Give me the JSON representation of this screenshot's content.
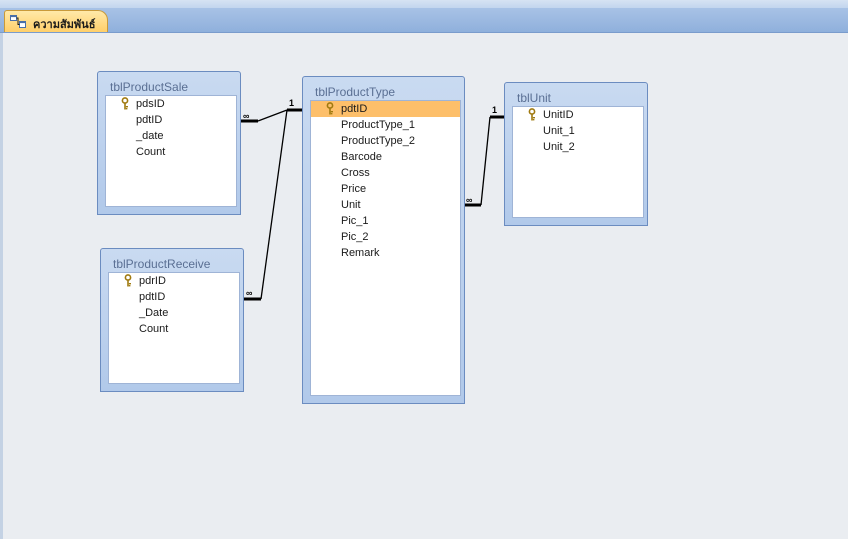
{
  "tab": {
    "label": "ความสัมพันธ์"
  },
  "tables": {
    "sale": {
      "title": "tblProductSale",
      "fields": [
        "pdsID",
        "pdtID",
        "_date",
        "Count"
      ]
    },
    "receive": {
      "title": "tblProductReceive",
      "fields": [
        "pdrID",
        "pdtID",
        "_Date",
        "Count"
      ]
    },
    "type": {
      "title": "tblProductType",
      "fields": [
        "pdtID",
        "ProductType_1",
        "ProductType_2",
        "Barcode",
        "Cross",
        "Price",
        "Unit",
        "Pic_1",
        "Pic_2",
        "Remark"
      ]
    },
    "unit": {
      "title": "tblUnit",
      "fields": [
        "UnitID",
        "Unit_1",
        "Unit_2"
      ]
    }
  },
  "relationships": {
    "one_label": "1",
    "many_label": "∞"
  },
  "colors": {
    "selected_field": "#fdbf6a",
    "tab": "#ffcf6a",
    "table_header": "#c9daf1"
  }
}
